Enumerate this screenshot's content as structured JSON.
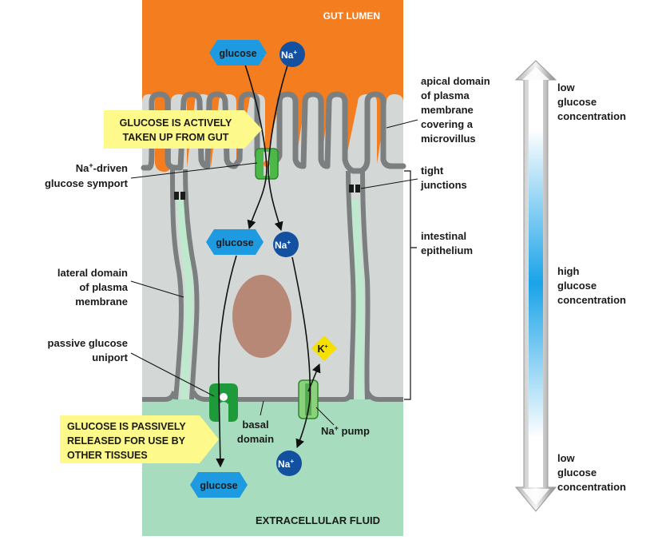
{
  "diagram": {
    "regions": {
      "lumen": "GUT LUMEN",
      "fluid": "EXTRACELLULAR FLUID"
    },
    "callouts": {
      "uptake": [
        "GLUCOSE IS ACTIVELY",
        "TAKEN UP FROM GUT"
      ],
      "release": [
        "GLUCOSE IS PASSIVELY",
        "RELEASED FOR USE BY",
        "OTHER TISSUES"
      ]
    },
    "molecules": {
      "glucose": "glucose",
      "sodium": "Na",
      "sodium_sup": "+",
      "potassium": "K",
      "potassium_sup": "+"
    },
    "labels_left": {
      "symport": [
        "-driven",
        "glucose symport"
      ],
      "symport_prefix": "Na",
      "symport_sup": "+",
      "lateral": [
        "lateral domain",
        "of plasma",
        "membrane"
      ],
      "uniport": [
        "passive glucose",
        "uniport"
      ]
    },
    "labels_right": {
      "apical": [
        "apical domain",
        "of plasma",
        "membrane",
        "covering a",
        "microvillus"
      ],
      "tight": [
        "tight",
        "junctions"
      ],
      "epithelium": [
        "intestinal",
        "epithelium"
      ]
    },
    "labels_bottom": {
      "basal": [
        "basal",
        "domain"
      ],
      "pump_prefix": "Na",
      "pump_sup": "+",
      "pump": " pump"
    },
    "gradient": {
      "top": [
        "low",
        "glucose",
        "concentration"
      ],
      "middle": [
        "high",
        "glucose",
        "concentration"
      ],
      "bottom": [
        "low",
        "glucose",
        "concentration"
      ]
    },
    "colors": {
      "lumen": "#f47d20",
      "cell": "#d3d8d6",
      "fluid": "#a7dcbe",
      "membrane": "#7b7f80",
      "lateral_gap": "#bfe9cd",
      "glucose": "#1e9be0",
      "sodium": "#1450a0",
      "potassium": "#f6e000",
      "transporter": "#4cb84a",
      "callout": "#fdf98a",
      "nucleus": "#b88877"
    }
  }
}
